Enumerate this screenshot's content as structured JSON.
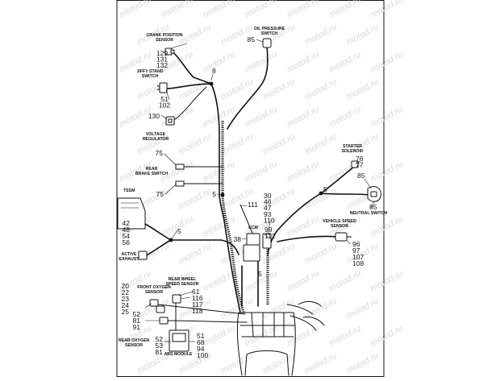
{
  "watermark": {
    "text": "motod.ru"
  },
  "labels": {
    "crank_position_sensor": [
      "CRANK POSITION",
      "SENSOR"
    ],
    "oil_pressure_switch": [
      "OIL PRESSURE",
      "SWITCH"
    ],
    "jiffy_stand_switch": [
      "JIFFY STAND",
      "SWITCH"
    ],
    "voltage_regulator": [
      "VOLTAGE",
      "REGULATOR"
    ],
    "rear_brake_switch": [
      "REAR",
      "BRAKE SWITCH"
    ],
    "tssm": [
      "TSSM"
    ],
    "active_exhaust": [
      "ACTIVE",
      "EXHAUST"
    ],
    "starter_solenoid": [
      "STARTER",
      "SOLENOID"
    ],
    "neutral_switch": [
      "NEUTRAL SWITCH"
    ],
    "vehicle_speed_sensor": [
      "VEHICLE SPEED",
      "SENSOR"
    ],
    "ecm": [
      "ECM"
    ],
    "rear_wheel_speed_sensor": [
      "REAR WHEEL",
      "SPEED SENSOR"
    ],
    "front_oxygen_sensor": [
      "FRONT OXYGEN",
      "SENSOR"
    ],
    "rear_oxygen_sensor": [
      "REAR OXYGEN",
      "SENSOR"
    ],
    "abs_module": [
      "ABS MODULE"
    ]
  },
  "callouts": {
    "crank": [
      "129",
      "131",
      "132"
    ],
    "oil": [
      "85"
    ],
    "n8": [
      "8"
    ],
    "jiffy": [
      "51",
      "102"
    ],
    "regulator": [
      "130"
    ],
    "brake_upper": [
      "75"
    ],
    "brake_lower": [
      "75"
    ],
    "n5_center": [
      "5"
    ],
    "n111": [
      "111"
    ],
    "ecm_group": [
      "30",
      "46",
      "47",
      "93",
      "110"
    ],
    "starter": [
      "76",
      "77"
    ],
    "n85_upper": [
      "85"
    ],
    "n85_lower": [
      "85"
    ],
    "n5_right": [
      "5"
    ],
    "tssm": [
      "42",
      "48",
      "54",
      "56"
    ],
    "n5_left": [
      "5"
    ],
    "ecm_38": [
      "38"
    ],
    "ecm_99": [
      "99",
      "112"
    ],
    "vss": [
      "96",
      "97",
      "107",
      "108"
    ],
    "n5_low": [
      "5"
    ],
    "rwss": [
      "61",
      "116",
      "117",
      "118"
    ],
    "front_o2": [
      "20",
      "22",
      "23",
      "24",
      "25"
    ],
    "rear_o2": [
      "52",
      "81",
      "91"
    ],
    "abs_left": [
      "52",
      "53",
      "81"
    ],
    "abs_right": [
      "51",
      "68",
      "94",
      "100"
    ]
  }
}
